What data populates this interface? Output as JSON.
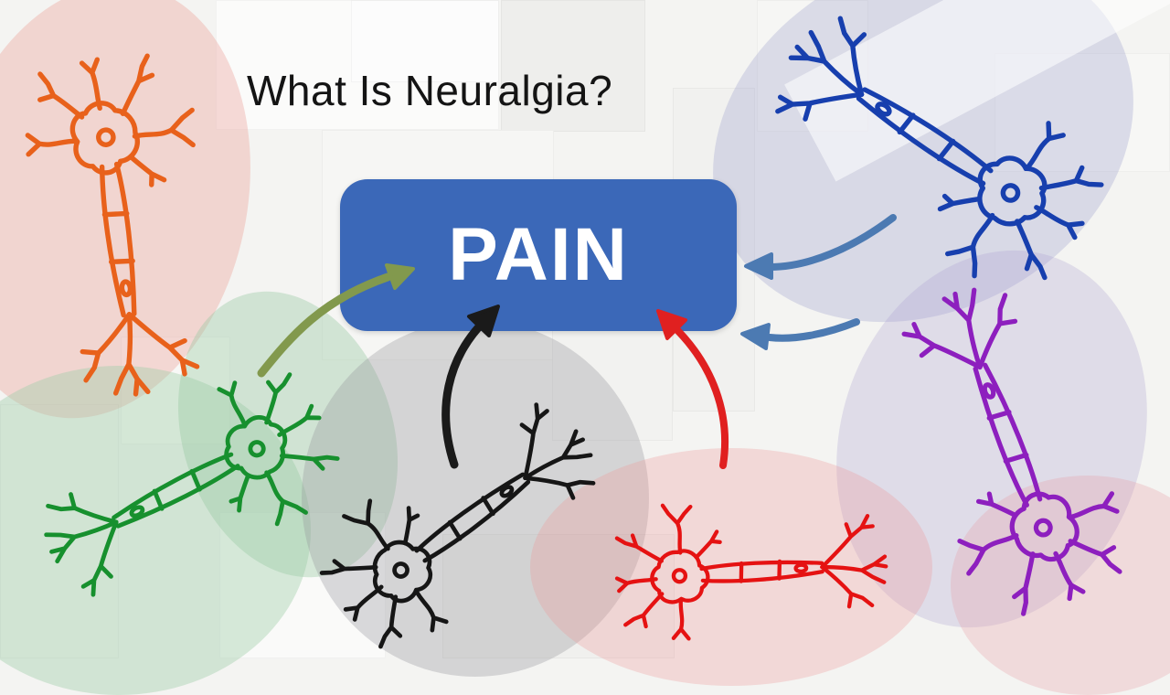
{
  "slide": {
    "title": "What Is Neuralgia?"
  },
  "pain_box": {
    "label": "PAIN",
    "bg_color": "#3b68b8",
    "text_color": "#ffffff"
  },
  "neurons": [
    {
      "id": "orange",
      "color": "#e8611b"
    },
    {
      "id": "blue",
      "color": "#173fae"
    },
    {
      "id": "green",
      "color": "#17902e"
    },
    {
      "id": "purple",
      "color": "#8d1fbe"
    },
    {
      "id": "black",
      "color": "#161616"
    },
    {
      "id": "red",
      "color": "#e51212"
    }
  ],
  "arrows": [
    {
      "id": "olive-from-green-neuron",
      "color": "#82994d"
    },
    {
      "id": "black-from-black-neuron",
      "color": "#1a1a1a"
    },
    {
      "id": "red-from-red-neuron",
      "color": "#e02020"
    },
    {
      "id": "blue-top-from-blue-neuron",
      "color": "#4c7ab2"
    },
    {
      "id": "blue-mid-from-purple-neuron",
      "color": "#4c7ab2"
    }
  ],
  "background_blobs": [
    {
      "id": "pink-top-left",
      "color": "rgba(236,156,146,0.35)"
    },
    {
      "id": "green-bottom-left",
      "color": "rgba(158,204,168,0.40)"
    },
    {
      "id": "green-mid-left",
      "color": "rgba(150,200,160,0.38)"
    },
    {
      "id": "gray-center",
      "color": "rgba(145,145,152,0.32)"
    },
    {
      "id": "lavender-top-right",
      "color": "rgba(160,162,204,0.32)"
    },
    {
      "id": "lavender-right",
      "color": "rgba(168,158,210,0.28)"
    },
    {
      "id": "pink-bottom-center",
      "color": "rgba(238,152,152,0.30)"
    },
    {
      "id": "pink-bottom-right",
      "color": "rgba(232,160,165,0.30)"
    }
  ]
}
